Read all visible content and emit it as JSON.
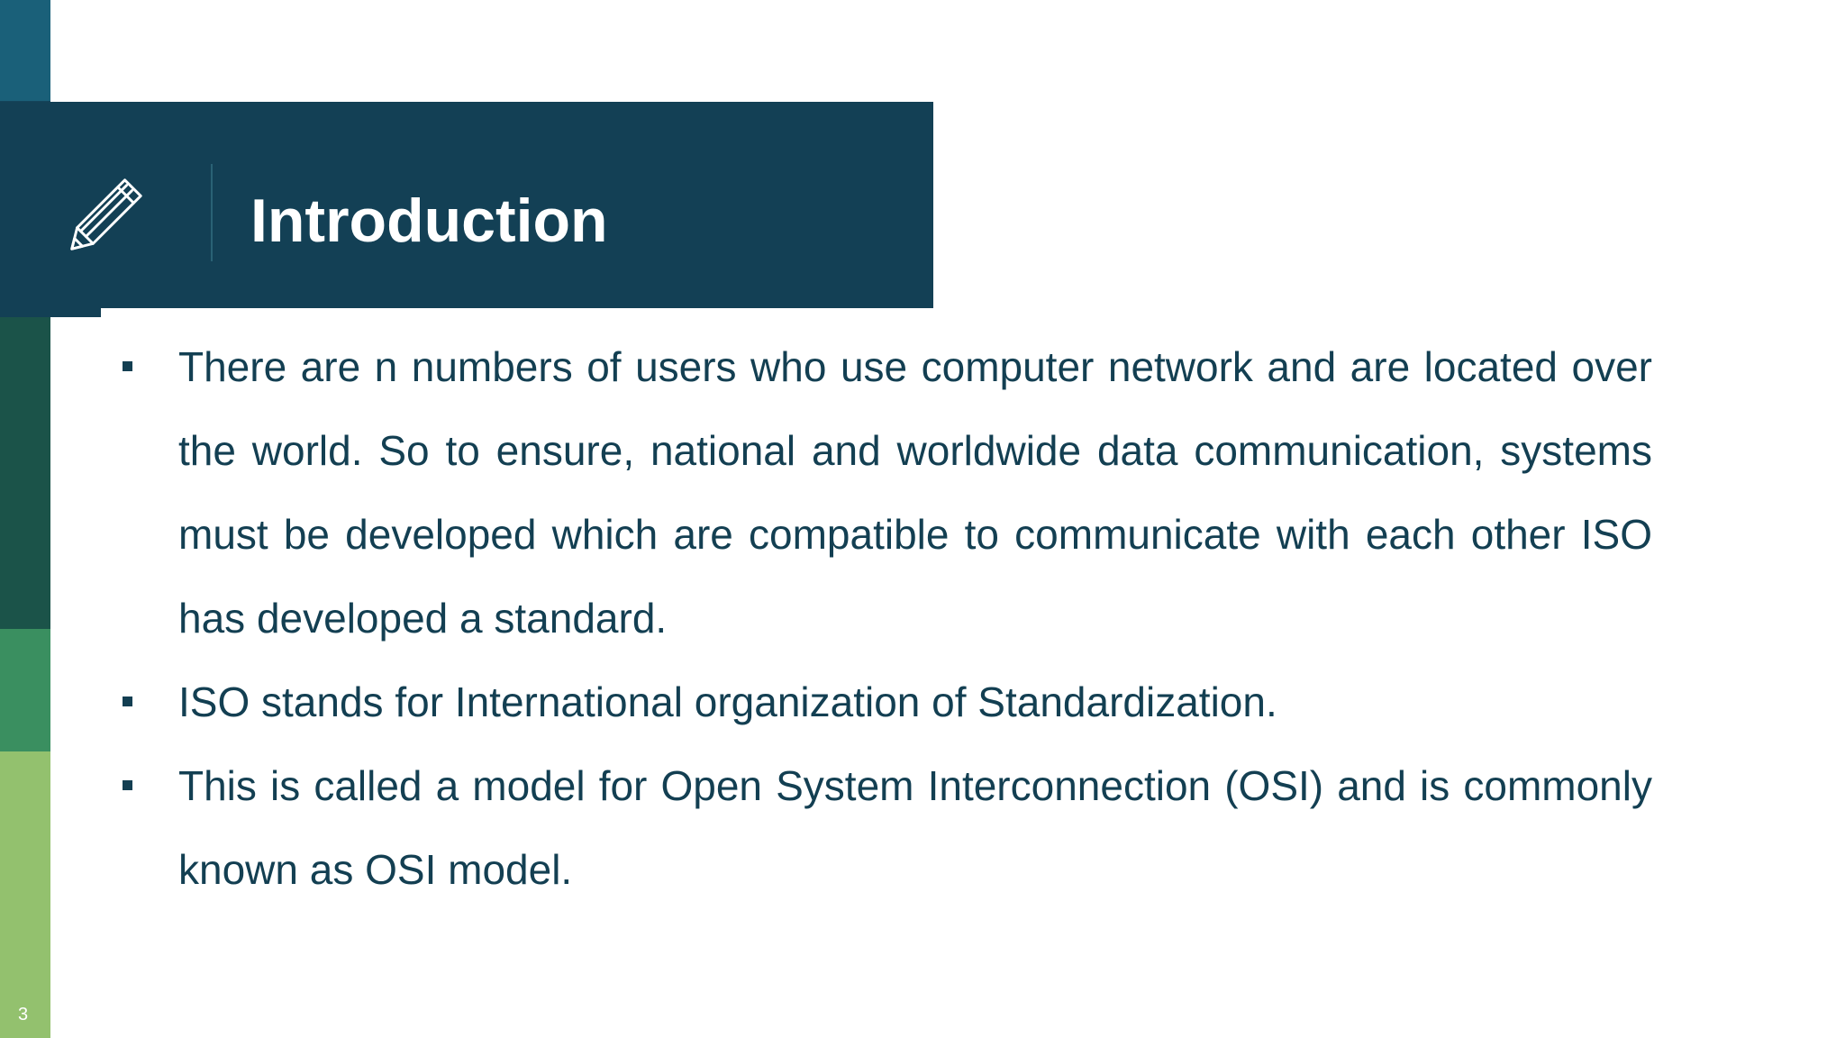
{
  "slide": {
    "title": "Introduction",
    "slide_number": "3",
    "icon": "pencil-icon",
    "bullets": [
      "There are n numbers of users who use computer network and are located over the world. So to ensure, national and worldwide data communication, systems must be developed which are compatible to communicate with each other ISO has developed a standard.",
      "ISO stands for International organization of Standardization.",
      "This is called a model for Open System Interconnection (OSI) and is commonly known as OSI model."
    ]
  },
  "colors": {
    "sidebar_1": "#1a6079",
    "sidebar_2": "#14445a",
    "sidebar_3": "#1b5349",
    "sidebar_4": "#3a8f60",
    "sidebar_5": "#93c16e",
    "title_background": "#134055",
    "body_text": "#133f52"
  }
}
